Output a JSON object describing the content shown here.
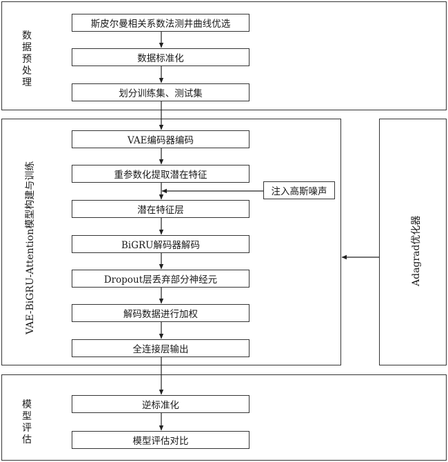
{
  "sections": {
    "preprocess": {
      "label": "数据预处理"
    },
    "model": {
      "label": "VAE-BiGRU-Attention模型构建与训练"
    },
    "optimizer": {
      "label": "Adagrad优化器"
    },
    "evaluate": {
      "label": "模型评估"
    }
  },
  "steps": {
    "spearman": "斯皮尔曼相关系数法测井曲线优选",
    "normalize": "数据标准化",
    "split": "划分训练集、测试集",
    "vae_encode": "VAE编码器编码",
    "reparam": "重参数化提取潜在特征",
    "noise": "注入高斯噪声",
    "latent": "潜在特征层",
    "bigru": "BiGRU解码器解码",
    "dropout": "Dropout层丢弃部分神经元",
    "weight": "解码数据进行加权",
    "fc_output": "全连接层输出",
    "denormalize": "逆标准化",
    "compare": "模型评估对比"
  }
}
